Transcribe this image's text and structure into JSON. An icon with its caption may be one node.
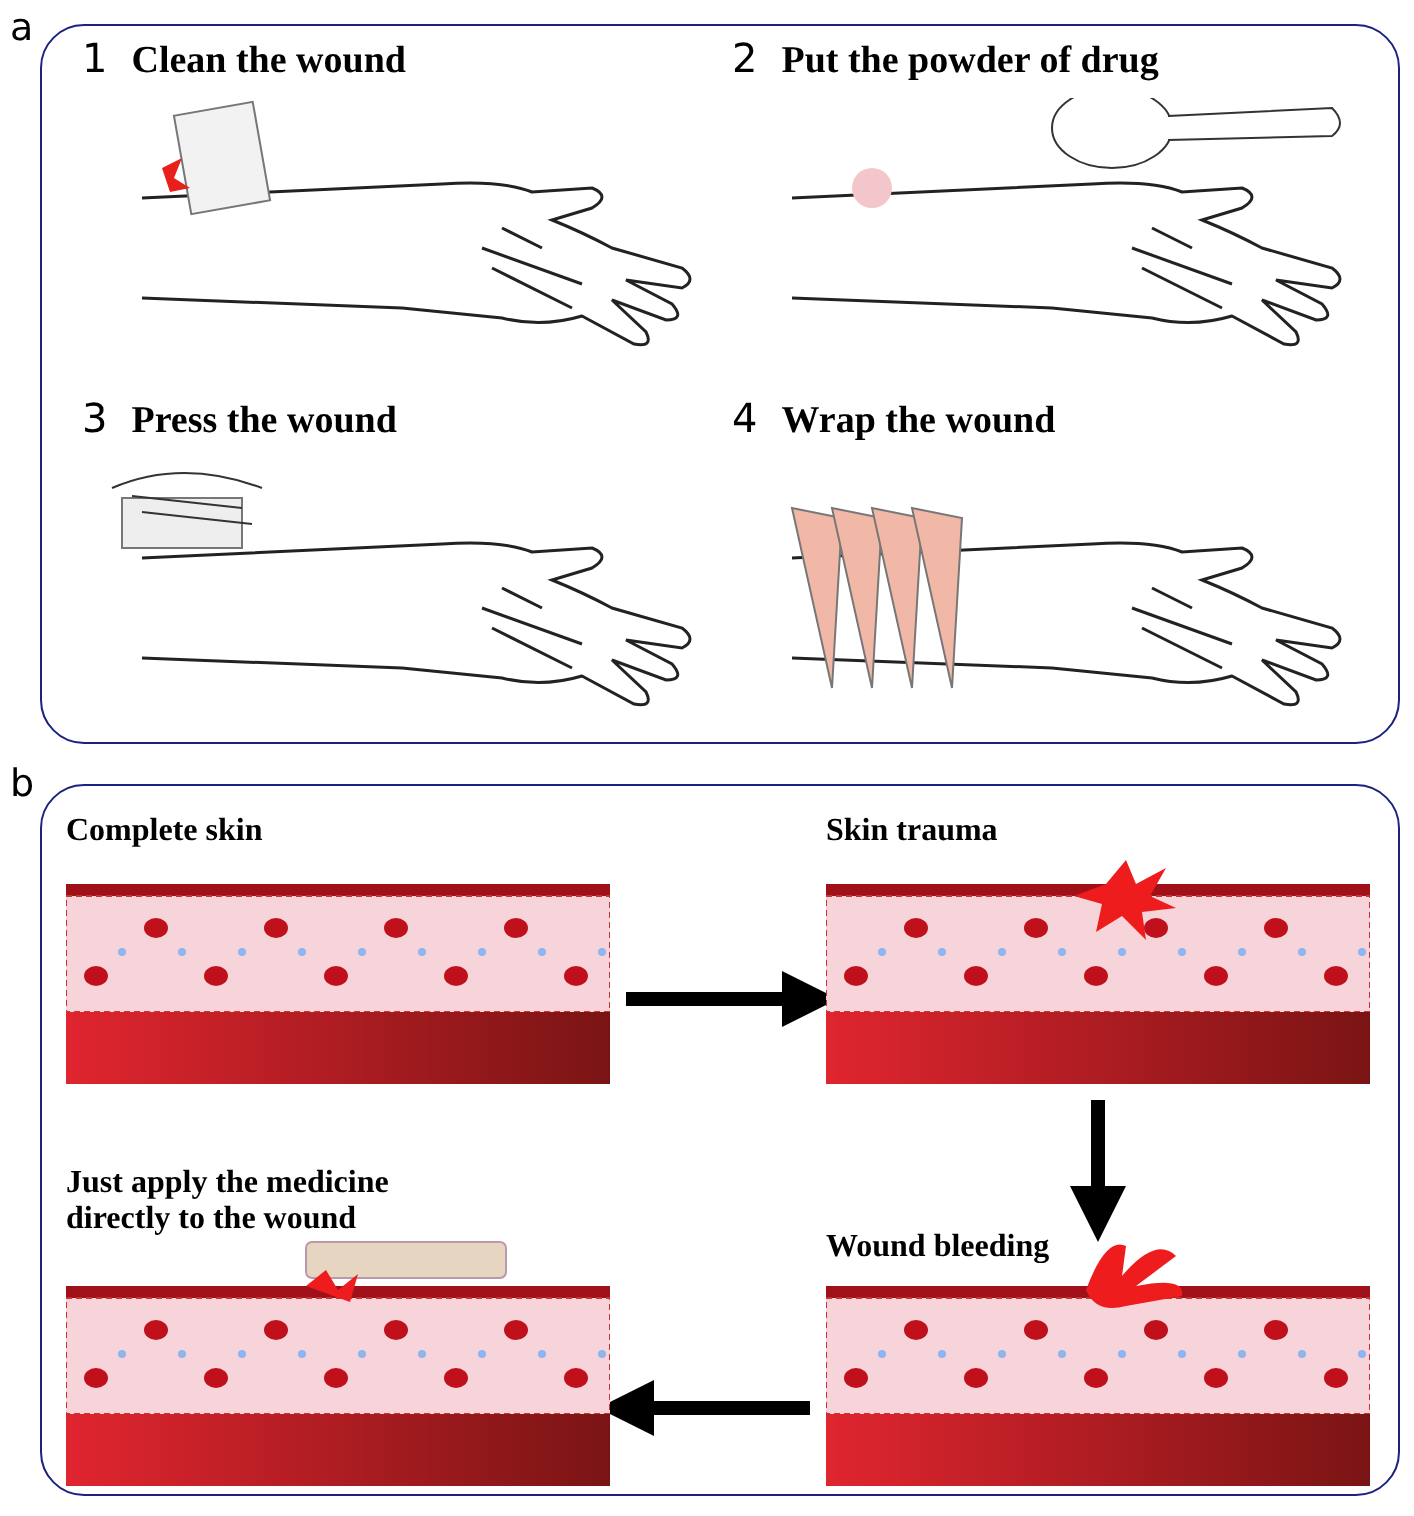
{
  "diagram": {
    "nodes": [
      {
        "text": [
          "a"
        ]
      },
      {
        "text": [
          "1",
          "Clean the wound"
        ],
        "in": 0
      },
      {
        "text": [
          "2",
          "Put the powder of drug"
        ],
        "in": 0
      },
      {
        "text": [
          "3",
          "Press the wound"
        ],
        "in": 0
      },
      {
        "text": [
          "4",
          "Wrap the wound"
        ],
        "in": 0
      },
      {
        "text": [
          "b"
        ]
      },
      {
        "text": [
          "Complete skin"
        ],
        "in": 5
      },
      {
        "text": [
          "Skin trauma"
        ],
        "in": 5
      },
      {
        "text": [
          "Wound bleeding"
        ],
        "in": 5
      },
      {
        "text": [
          "Just apply the medicine directly to the wound"
        ],
        "in": 5
      }
    ],
    "edges": [
      {
        "from": 6,
        "to": 7,
        "arrow": "to"
      },
      {
        "from": 7,
        "to": 8,
        "arrow": "to"
      },
      {
        "from": 8,
        "to": 9,
        "arrow": "to"
      }
    ]
  }
}
